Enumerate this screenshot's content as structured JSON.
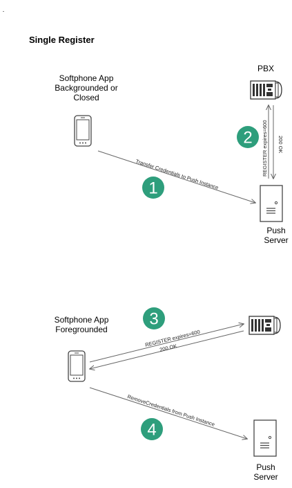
{
  "title": "Single Register",
  "top": {
    "softphone_caption": [
      "Softphone App",
      "Backgrounded or",
      "Closed"
    ],
    "pbx_label": "PBX",
    "push_server_caption": [
      "Push",
      "Server"
    ],
    "transfer_label": "Transfer Credentials to Push  Instance",
    "register_label": "REGISTER expires=600",
    "ok_label": "200 OK",
    "step_1": "1",
    "step_2": "2"
  },
  "bottom": {
    "softphone_caption": [
      "Softphone App",
      "Foregrounded"
    ],
    "push_server_caption": [
      "Push",
      "Server"
    ],
    "register_label": "REGISTER expires=600",
    "ok_label": "200 OK",
    "remove_label": "RemoveCredentials from Push  Instance",
    "step_3": "3",
    "step_4": "4"
  },
  "colors": {
    "step_circle": "#2e9e7c",
    "line": "#666666",
    "icon": "#3a3a3a"
  }
}
